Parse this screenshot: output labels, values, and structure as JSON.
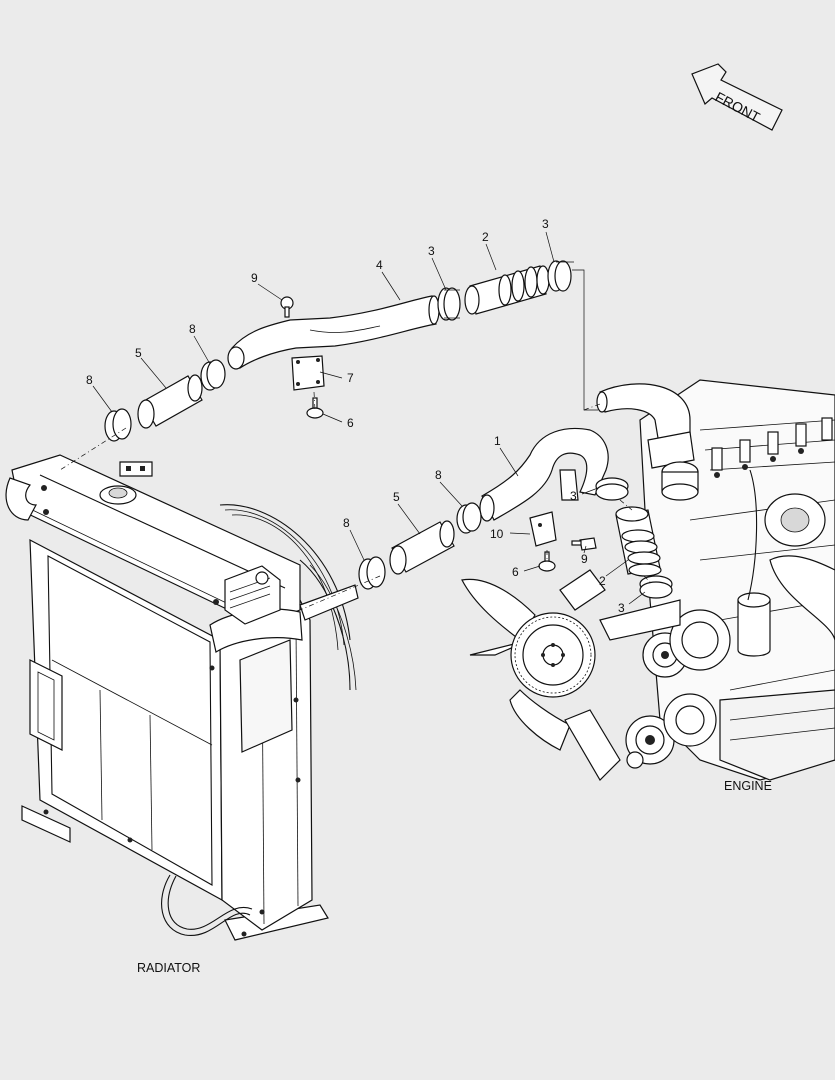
{
  "orientation": {
    "label": "FRONT"
  },
  "captions": {
    "radiator": "RADIATOR",
    "engine": "ENGINE"
  },
  "callouts": [
    {
      "id": "c-3a",
      "text": "3"
    },
    {
      "id": "c-2a",
      "text": "2"
    },
    {
      "id": "c-3b",
      "text": "3"
    },
    {
      "id": "c-4",
      "text": "4"
    },
    {
      "id": "c-9a",
      "text": "9"
    },
    {
      "id": "c-8a",
      "text": "8"
    },
    {
      "id": "c-5a",
      "text": "5"
    },
    {
      "id": "c-7",
      "text": "7"
    },
    {
      "id": "c-8b",
      "text": "8"
    },
    {
      "id": "c-6a",
      "text": "6"
    },
    {
      "id": "c-1",
      "text": "1"
    },
    {
      "id": "c-3c",
      "text": "3"
    },
    {
      "id": "c-8c",
      "text": "8"
    },
    {
      "id": "c-5b",
      "text": "5"
    },
    {
      "id": "c-10",
      "text": "10"
    },
    {
      "id": "c-8d",
      "text": "8"
    },
    {
      "id": "c-6b",
      "text": "6"
    },
    {
      "id": "c-9b",
      "text": "9"
    },
    {
      "id": "c-2b",
      "text": "2"
    },
    {
      "id": "c-3d",
      "text": "3"
    }
  ]
}
